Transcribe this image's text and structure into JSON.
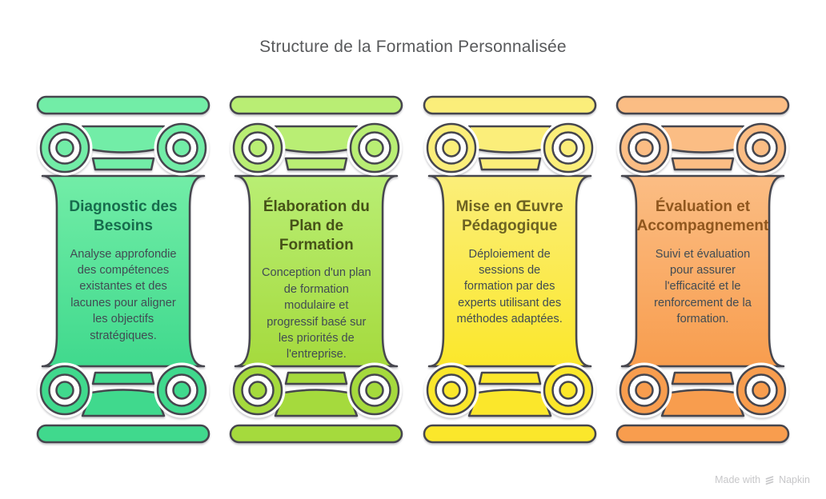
{
  "title": "Structure de la Formation Personnalisée",
  "watermark": {
    "prefix": "Made with",
    "brand": "Napkin",
    "icon": "napkin-logo-icon"
  },
  "colors": {
    "outline": "#46464E",
    "body_text": "#414B53",
    "heading_gray": "#58595B",
    "watermark_gray": "#C7C7C9"
  },
  "columns": [
    {
      "title": "Diagnostic des\nBesoins",
      "description": "Analyse approfondie\ndes compétences\nexistantes et des\nlacunes pour aligner\nles objectifs\nstratégiques.",
      "color_light": "#72EDA7",
      "color_dark": "#40D98D",
      "title_color": "#176C4D"
    },
    {
      "title": "Élaboration du\nPlan de\nFormation",
      "description": "Conception d'un plan\nde formation\nmodulaire et\nprogressif basé sur\nles priorités de\nl'entreprise.",
      "color_light": "#B9EE74",
      "color_dark": "#A5DA3D",
      "title_color": "#465218"
    },
    {
      "title": "Mise en Œuvre\nPédagogique",
      "description": "Déploiement de\nsessions de\nformation par des\nexperts utilisant des\nméthodes adaptées.",
      "color_light": "#FBEE7A",
      "color_dark": "#FBE72B",
      "title_color": "#6D6323"
    },
    {
      "title": "Évaluation et\nAccompagnement",
      "description": "Suivi et évaluation\npour assurer\nl'efficacité et le\nrenforcement de la\nformation.",
      "color_light": "#FBBD84",
      "color_dark": "#F89D4E",
      "title_color": "#90571E"
    }
  ]
}
